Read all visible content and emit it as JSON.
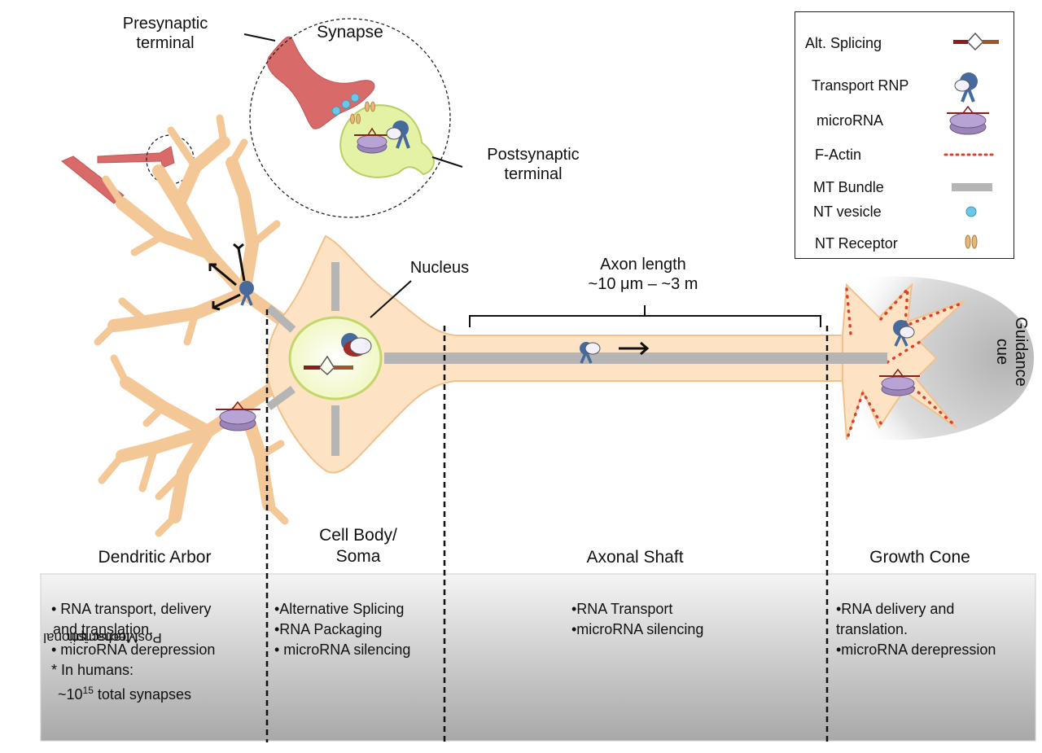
{
  "labels": {
    "presynaptic": [
      "Presynaptic",
      "terminal"
    ],
    "synapse": "Synapse",
    "postsynaptic": [
      "Postsynaptic",
      "terminal"
    ],
    "nucleus": "Nucleus",
    "axon_length": [
      "Axon length",
      "~10 μm – ~3 m"
    ],
    "guidance_cue": [
      "Guidance",
      "cue"
    ]
  },
  "legend": {
    "items": [
      {
        "label": "Alt. Splicing",
        "icon": "alt-splicing-icon"
      },
      {
        "label": "Transport RNP",
        "icon": "transport-rnp-icon"
      },
      {
        "label": "microRNA",
        "icon": "microrna-icon"
      },
      {
        "label": "F-Actin",
        "icon": "f-actin-icon"
      },
      {
        "label": "MT Bundle",
        "icon": "mt-bundle-icon"
      },
      {
        "label": "NT vesicle",
        "icon": "nt-vesicle-icon"
      },
      {
        "label": "NT Receptor",
        "icon": "nt-receptor-icon"
      }
    ]
  },
  "sections": [
    {
      "title": "Dendritic Arbor",
      "bullets": [
        "• RNA transport, delivery",
        "and translation.",
        "• microRNA derepression",
        "* In humans:"
      ],
      "synapse_count": {
        "prefix": "~10",
        "exponent": "15",
        "suffix": " total synapses"
      }
    },
    {
      "title_lines": [
        "Cell Body/",
        "Soma"
      ],
      "bullets": [
        "•Alternative Splicing",
        "•RNA Packaging",
        "• microRNA silencing"
      ]
    },
    {
      "title": "Axonal Shaft",
      "bullets": [
        "•RNA Transport",
        "•microRNA silencing"
      ]
    },
    {
      "title": "Growth Cone",
      "bullets": [
        "•RNA delivery and",
        "translation.",
        "•microRNA derepression"
      ]
    }
  ],
  "side_label": [
    "Post-transcriptional",
    "Mechanism"
  ],
  "colors": {
    "neuron_fill": "#fde3c4",
    "neuron_stroke": "#f2c08c",
    "presynaptic": "#d96a6a",
    "postsynaptic": "#e4f2a6",
    "mt_bundle": "#b5b5b5",
    "f_actin": "#d9412c",
    "rnp": "#46699e",
    "vesicle": "#6cc6e6"
  }
}
